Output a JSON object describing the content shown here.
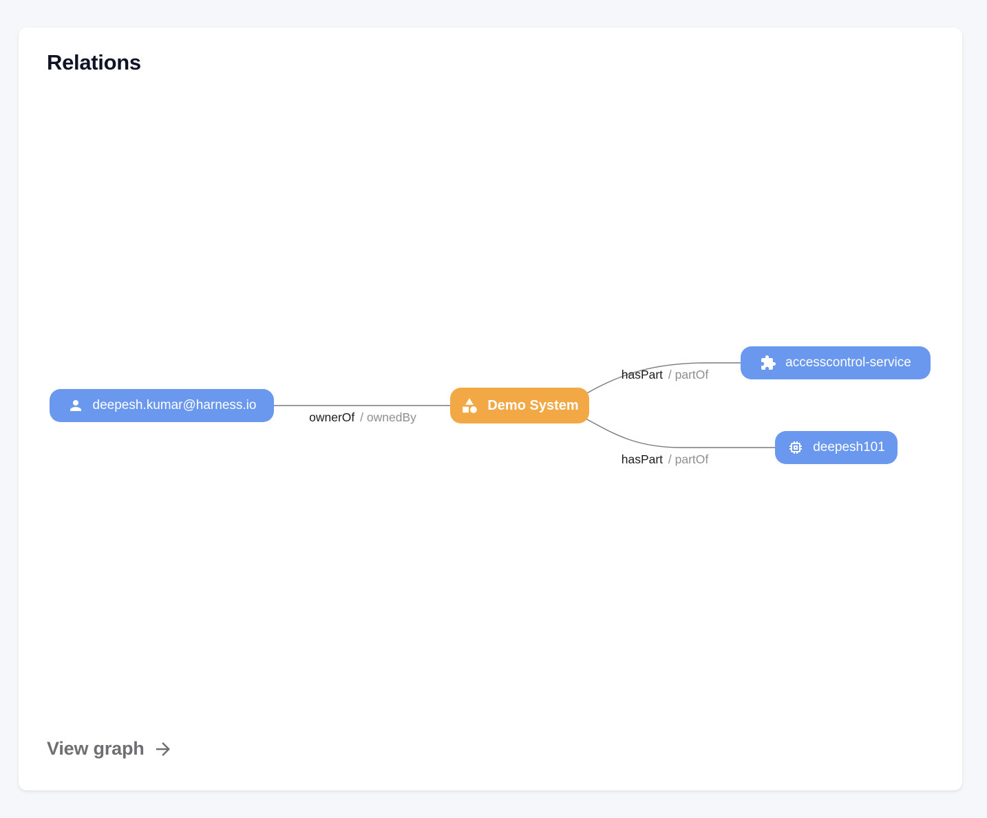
{
  "card": {
    "title": "Relations",
    "footer": {
      "view_graph_label": "View graph"
    }
  },
  "graph": {
    "nodes": [
      {
        "id": "user",
        "label": "deepesh.kumar@harness.io",
        "icon": "person-icon",
        "color": "#6998EE"
      },
      {
        "id": "demo-system",
        "label": "Demo System",
        "icon": "category-icon",
        "color": "#F1A845"
      },
      {
        "id": "accesscontrol-service",
        "label": "accesscontrol-service",
        "icon": "puzzle-icon",
        "color": "#6998EE"
      },
      {
        "id": "deepesh101",
        "label": "deepesh101",
        "icon": "chip-icon",
        "color": "#6998EE"
      }
    ],
    "edges": [
      {
        "from": "user",
        "to": "demo-system",
        "label_primary": "ownerOf",
        "label_secondary": "/ ownedBy"
      },
      {
        "from": "demo-system",
        "to": "accesscontrol-service",
        "label_primary": "hasPart",
        "label_secondary": "/ partOf"
      },
      {
        "from": "demo-system",
        "to": "deepesh101",
        "label_primary": "hasPart",
        "label_secondary": "/ partOf"
      }
    ],
    "colors": {
      "node_blue": "#6998EE",
      "node_orange": "#F1A845",
      "node_text": "#FFFFFF",
      "edge_line": "#7A7A7A",
      "edge_label_primary": "#1C1C1E",
      "edge_label_secondary": "#8E8E93",
      "page_background": "#F6F7FB",
      "card_background": "#FFFFFF"
    }
  }
}
